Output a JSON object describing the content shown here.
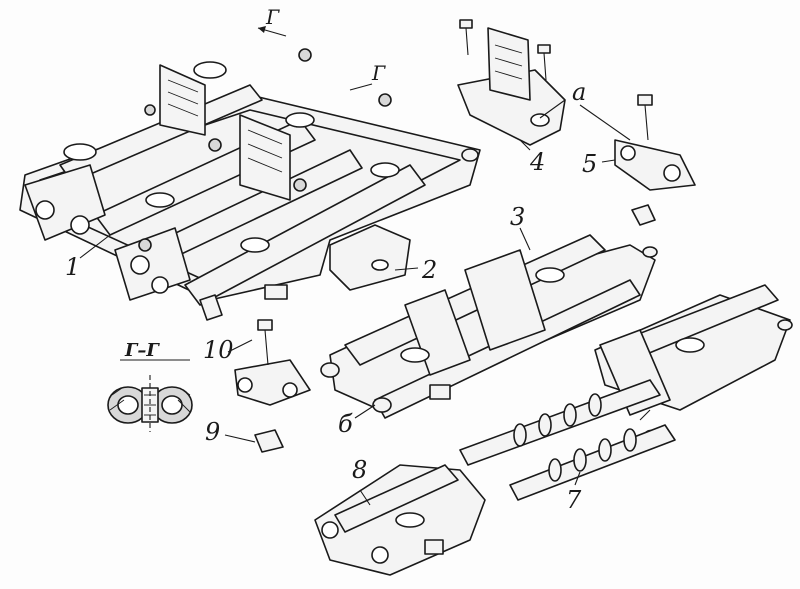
{
  "labels": {
    "p1": "1",
    "p2": "2",
    "p3": "3",
    "p4": "4",
    "p5": "5",
    "p6": "6",
    "p7": "7",
    "p8": "8",
    "p9": "9",
    "p10": "10",
    "a": "а",
    "b": "б",
    "section_mark_top": "Г",
    "section_mark_right": "Г",
    "section_title": "Г–Г"
  }
}
